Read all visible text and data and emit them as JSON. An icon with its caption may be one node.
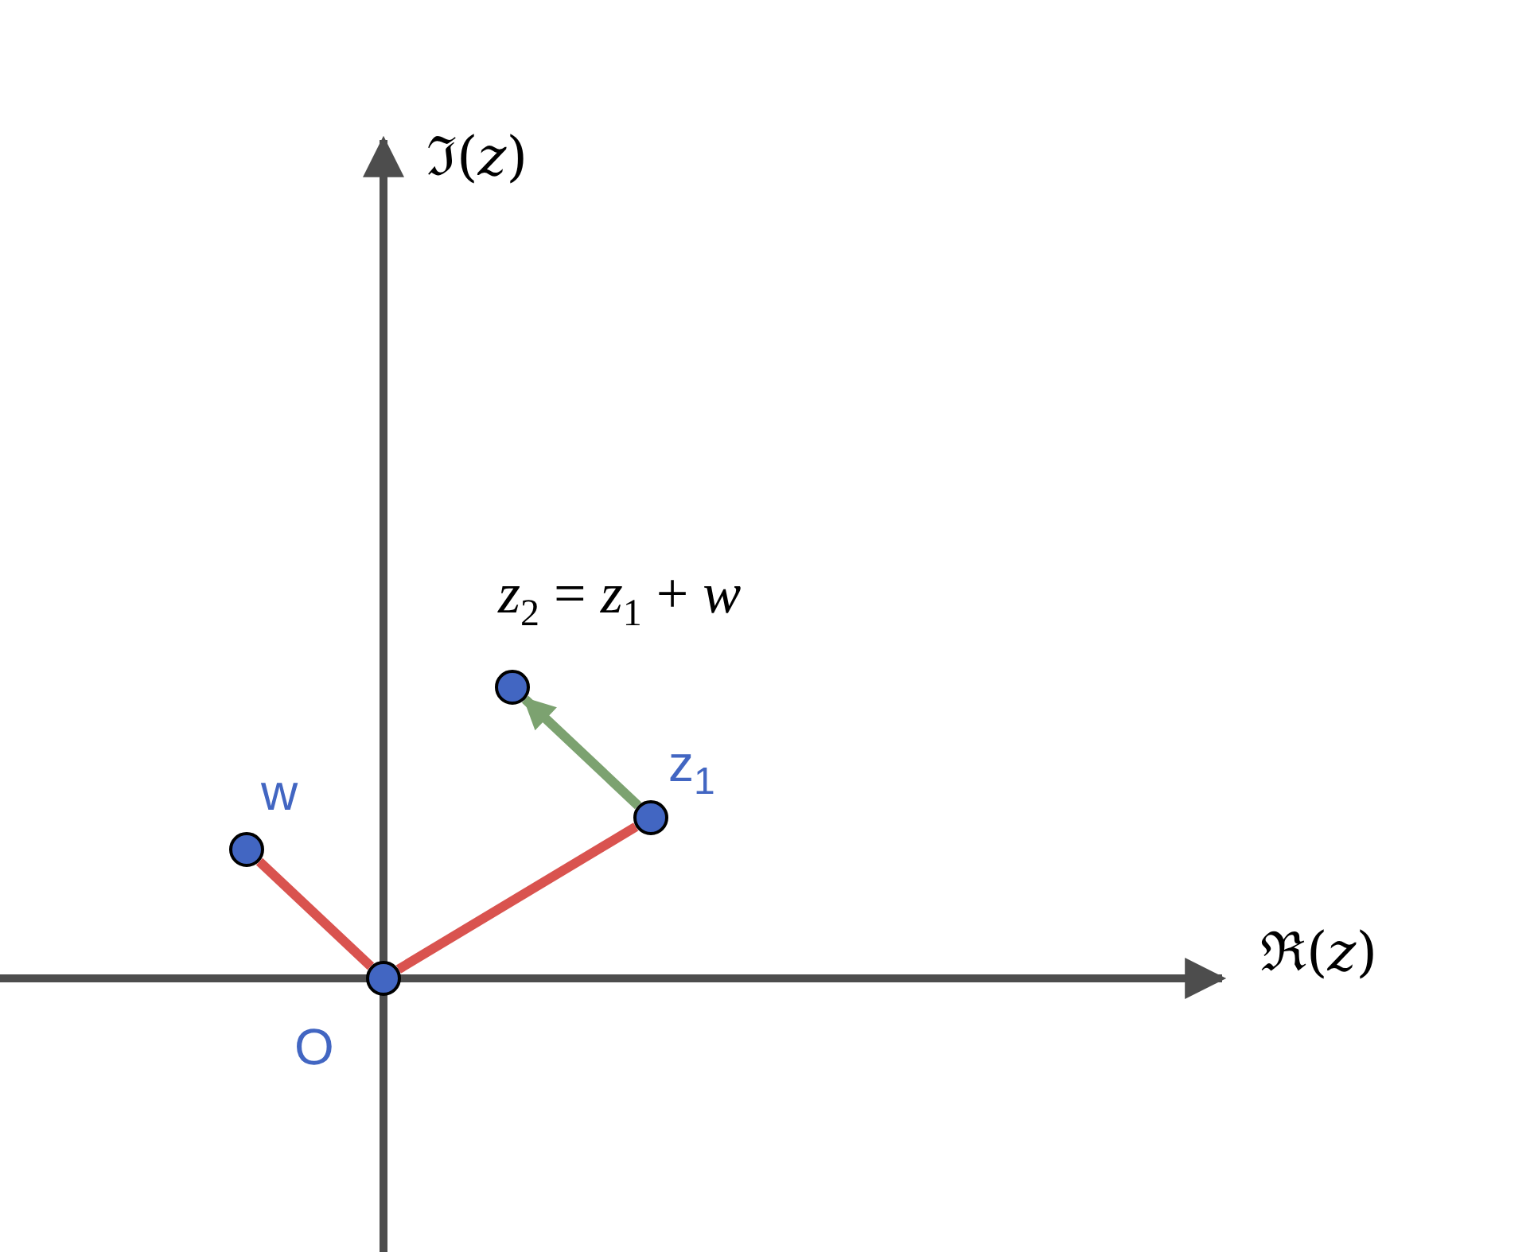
{
  "diagram": {
    "nodes": [
      {
        "text": [],
        "shape": "circle",
        "beside": [
          "O"
        ]
      },
      {
        "text": [],
        "shape": "circle",
        "beside": [
          "w"
        ]
      },
      {
        "text": [],
        "shape": "circle",
        "beside": [
          "z$_{1}$"
        ]
      },
      {
        "text": [],
        "shape": "circle",
        "beside": [
          "*z*$_{2}$ = *z*$_{1}$ + *w*"
        ]
      }
    ],
    "edges": [
      {
        "from": 0,
        "to": 1,
        "arrow": "none"
      },
      {
        "from": 0,
        "to": 2,
        "arrow": "none"
      },
      {
        "from": 2,
        "to": 3,
        "arrow": "to",
        "color": "#7ca270"
      }
    ],
    "labels": [
      "ℑ(*z*)",
      "ℜ(*z*)"
    ]
  }
}
